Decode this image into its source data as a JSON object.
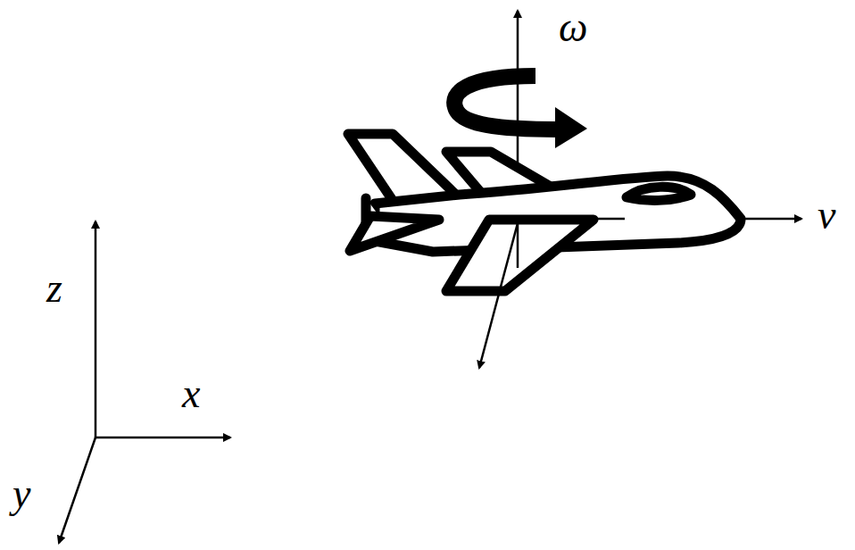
{
  "diagram": {
    "labels": [
      "ω",
      "v",
      "z",
      "x",
      "y"
    ]
  }
}
